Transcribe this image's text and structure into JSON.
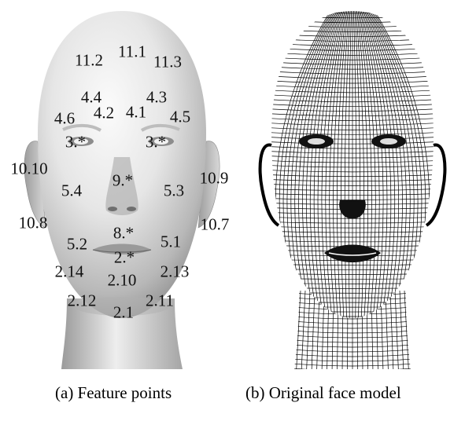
{
  "figure": {
    "panels": [
      {
        "caption": "(a) Feature points",
        "feature_points": [
          {
            "id": "11.2"
          },
          {
            "id": "11.1"
          },
          {
            "id": "11.3"
          },
          {
            "id": "4.4"
          },
          {
            "id": "4.3"
          },
          {
            "id": "4.6"
          },
          {
            "id": "4.2"
          },
          {
            "id": "4.1"
          },
          {
            "id": "4.5"
          },
          {
            "id": "3.*"
          },
          {
            "id": "3.*"
          },
          {
            "id": "10.10"
          },
          {
            "id": "9.*"
          },
          {
            "id": "10.9"
          },
          {
            "id": "5.4"
          },
          {
            "id": "5.3"
          },
          {
            "id": "10.8"
          },
          {
            "id": "10.7"
          },
          {
            "id": "8.*"
          },
          {
            "id": "5.2"
          },
          {
            "id": "5.1"
          },
          {
            "id": "2.*"
          },
          {
            "id": "2.14"
          },
          {
            "id": "2.13"
          },
          {
            "id": "2.10"
          },
          {
            "id": "2.12"
          },
          {
            "id": "2.11"
          },
          {
            "id": "2.1"
          }
        ]
      },
      {
        "caption": "(b) Original face model"
      }
    ]
  },
  "colors": {
    "head_light": "#f4f4f4",
    "head_mid": "#c8c8c8",
    "head_dark": "#7a7a7a",
    "wire": "#000000",
    "label": "#111111"
  }
}
